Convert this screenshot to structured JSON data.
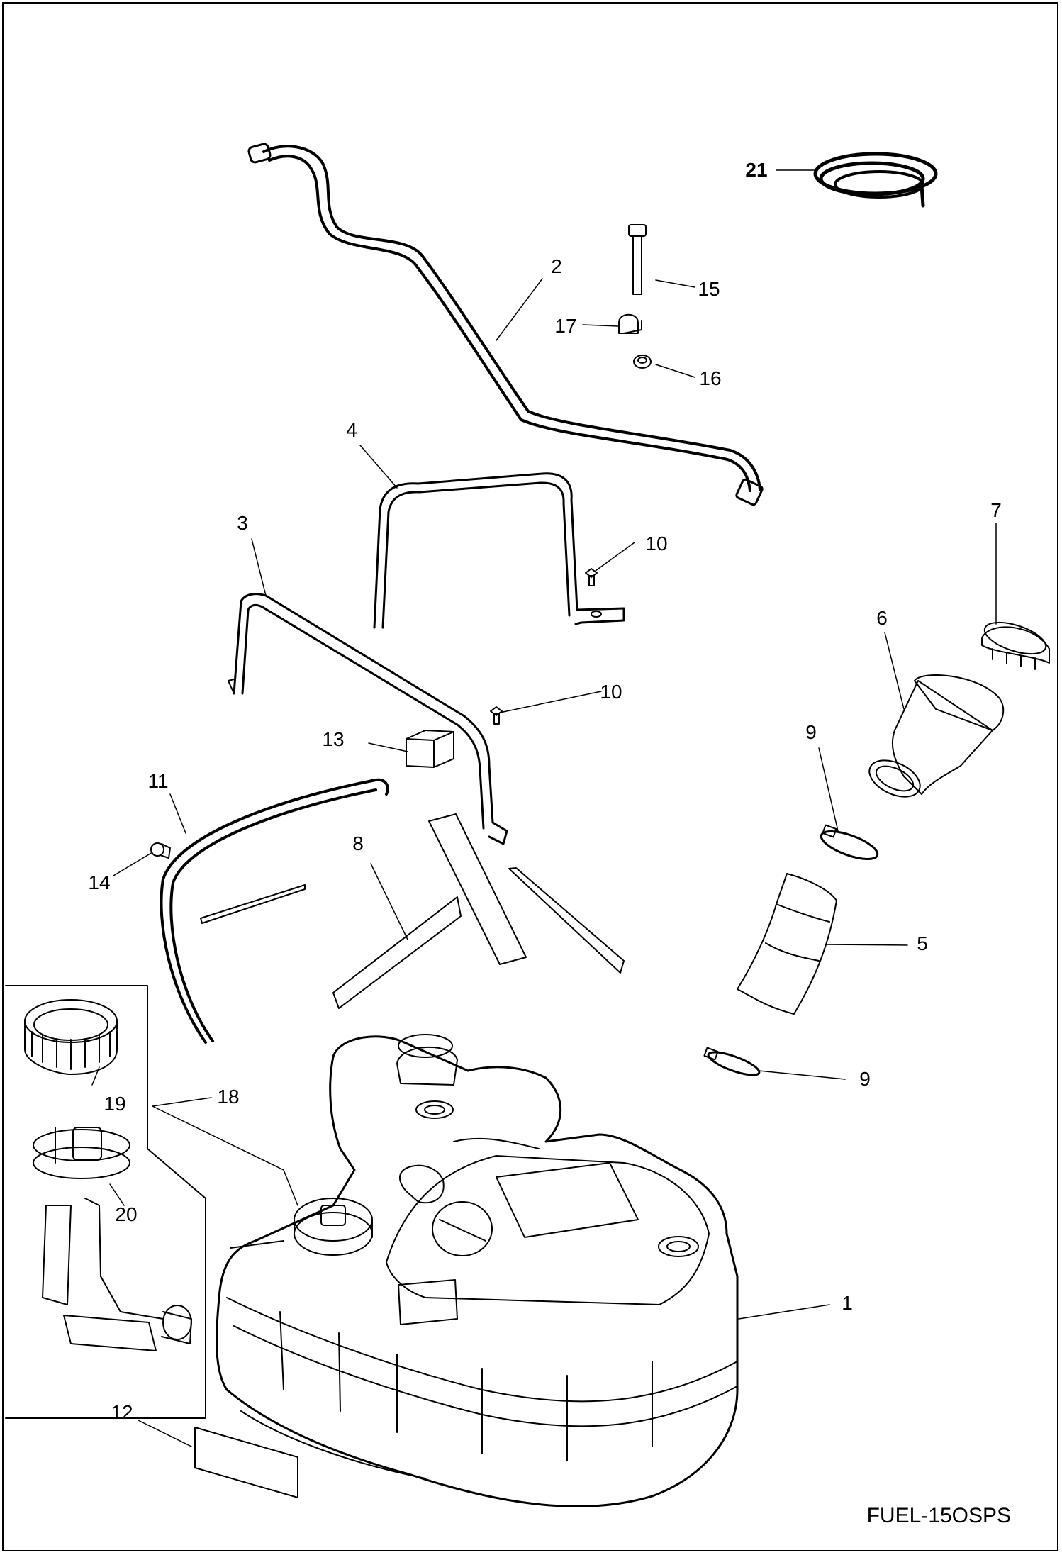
{
  "figure_code": "FUEL-15OSPS",
  "callouts": {
    "c1": "1",
    "c2": "2",
    "c3": "3",
    "c4": "4",
    "c5": "5",
    "c6": "6",
    "c7": "7",
    "c8": "8",
    "c9a": "9",
    "c9b": "9",
    "c10a": "10",
    "c10b": "10",
    "c11": "11",
    "c12": "12",
    "c13": "13",
    "c14": "14",
    "c15": "15",
    "c16": "16",
    "c17": "17",
    "c18": "18",
    "c19": "19",
    "c20": "20",
    "c21": "21"
  }
}
